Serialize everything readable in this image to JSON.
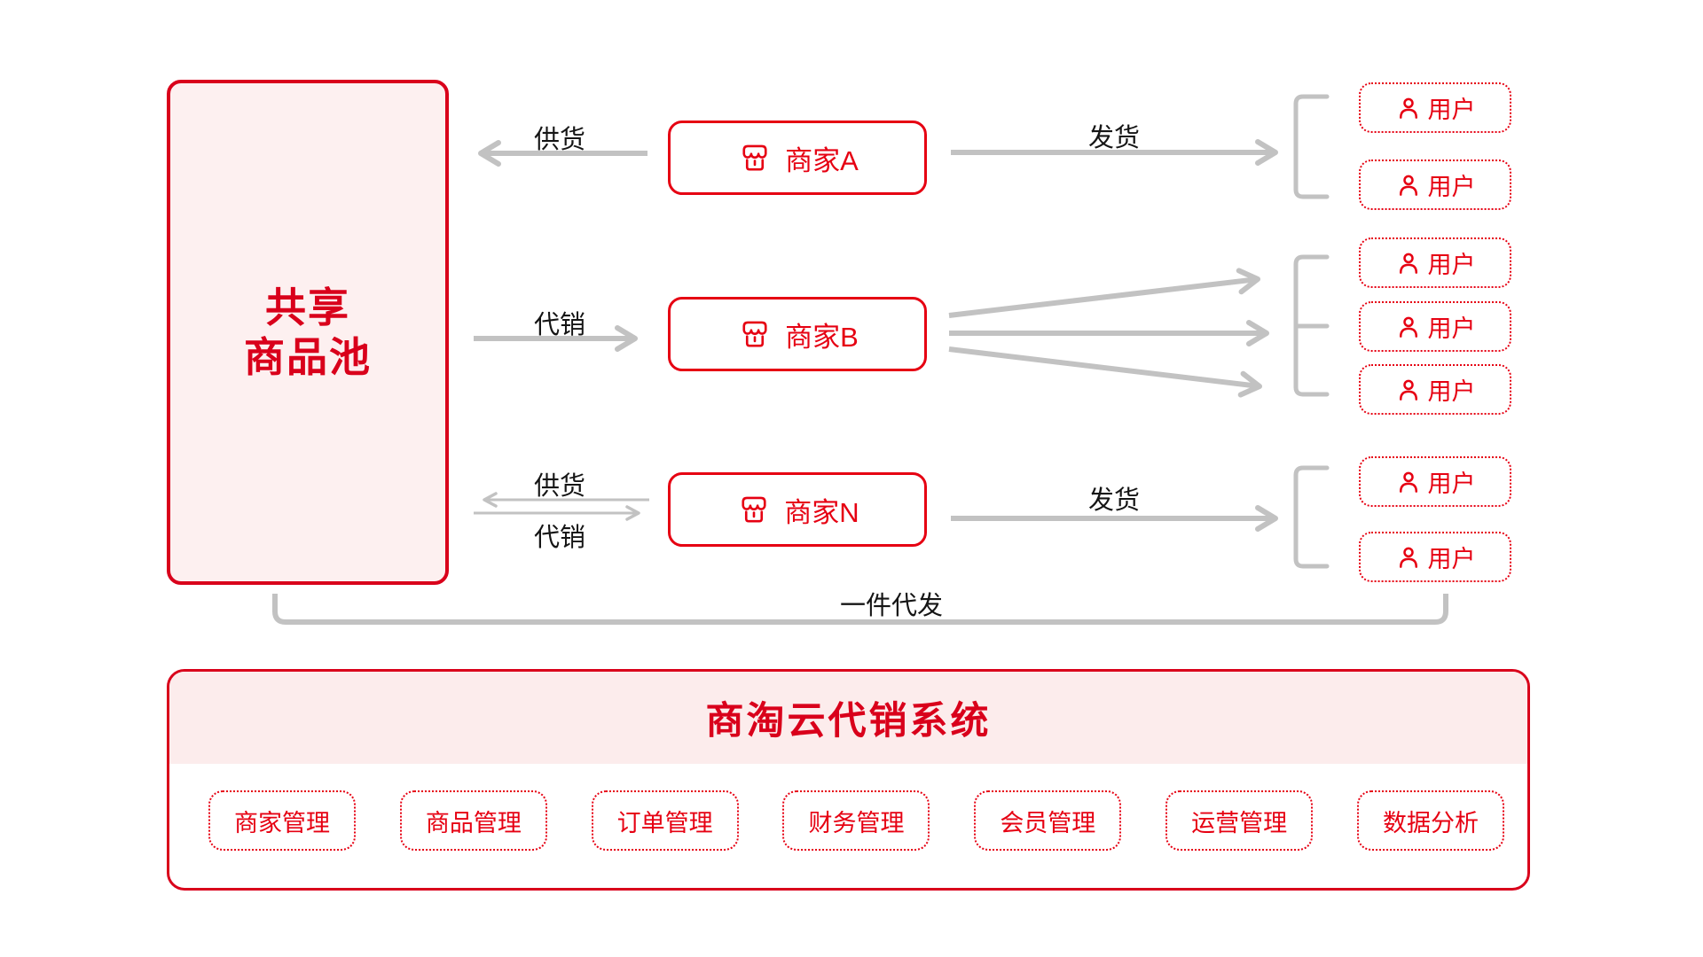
{
  "colors": {
    "accent_red": "#d9001b",
    "bright_red": "#e60012",
    "pool_fill": "#fdf0f0",
    "panel_head_fill": "#fcecec",
    "arrow_gray": "#c2c2c2",
    "label_text": "#151515"
  },
  "icons": {
    "merchant": "storefront-icon",
    "user": "person-icon"
  },
  "pool": {
    "line1": "共享",
    "line2": "商品池"
  },
  "merchants": [
    {
      "name": "商家A"
    },
    {
      "name": "商家B"
    },
    {
      "name": "商家N"
    }
  ],
  "user_label": "用户",
  "labels": {
    "supply": "供货",
    "consign": "代销",
    "ship": "发货",
    "dropship": "一件代发"
  },
  "system": {
    "title": "商淘云代销系统",
    "modules": [
      "商家管理",
      "商品管理",
      "订单管理",
      "财务管理",
      "会员管理",
      "运营管理",
      "数据分析"
    ]
  }
}
